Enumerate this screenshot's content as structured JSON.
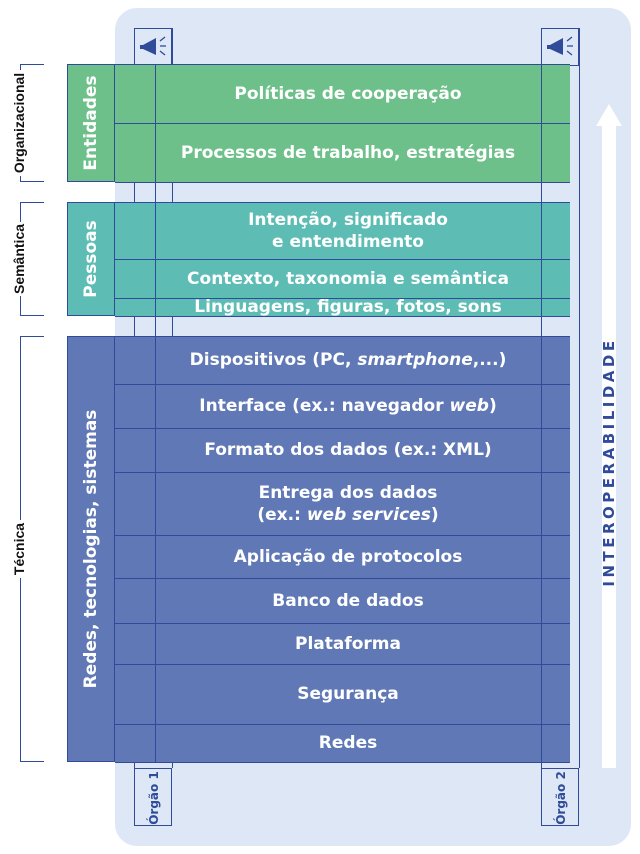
{
  "layers": {
    "organizacional": "Organizacional",
    "semantica": "Semântica",
    "tecnica": "Técnica"
  },
  "groups": {
    "entidades": "Entidades",
    "pessoas": "Pessoas",
    "redes": "Redes, tecnologias, sistemas"
  },
  "rows": {
    "politicas": "Políticas de cooperação",
    "processos": "Processos de trabalho, estratégias",
    "intencao_1": "Intenção, significado",
    "intencao_2": "e entendimento",
    "contexto": "Contexto, taxonomia e semântica",
    "linguagens": "Linguagens, figuras, fotos, sons",
    "dispositivos_a": "Dispositivos (PC, ",
    "dispositivos_b": "smartphone",
    "dispositivos_c": ",...)",
    "interface_a": "Interface (ex.: navegador ",
    "interface_b": "web",
    "interface_c": ")",
    "formato": "Formato dos dados (ex.: XML)",
    "entrega_1": "Entrega dos dados",
    "entrega_2a": "(ex.: ",
    "entrega_2b": "web services",
    "entrega_2c": ")",
    "aplicacao": "Aplicação de protocolos",
    "banco": "Banco de dados",
    "plataforma": "Plataforma",
    "seguranca": "Segurança",
    "redes": "Redes"
  },
  "orgaos": {
    "orgao1": "Órgão 1",
    "orgao2": "Órgão 2"
  },
  "axis_label": "INTEROPERABILIDADE",
  "icons": [
    "megaphone-icon",
    "megaphone-icon"
  ],
  "colors": {
    "organizacional": "#6ec08a",
    "semantica": "#5dbdb5",
    "tecnica": "#6079b6",
    "background_panel": "#dde7f5",
    "lines": "#2f4b99"
  }
}
